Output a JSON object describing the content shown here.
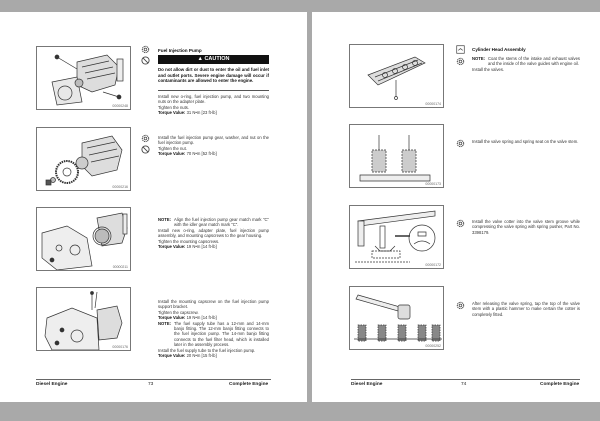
{
  "left_page": {
    "footer": {
      "left": "Diesel Engine",
      "page_number": "73",
      "right": "Complete Engine"
    },
    "sections": [
      {
        "figure_id": "00000248",
        "title": "Fuel Injection Pump",
        "caution_label": "CAUTION",
        "caution_text": "Do not allow dirt or dust to enter the oil and fuel inlet and outlet ports. Severe engine damage will occur if contaminants are allowed to enter the engine.",
        "body": "Install new o-ring, fuel injection pump, and two mounting nuts on the adapter plate.",
        "step": "Tighten the nuts.",
        "torque_label": "Torque Value:",
        "torque_value": "31 N•m    [23 ft-lb]"
      },
      {
        "figure_id": "00000216",
        "body": "Install the fuel injection pump gear, washer, and nut on the fuel injection pump.",
        "step": "Tighten the nut.",
        "torque_label": "Torque Value:",
        "torque_value": "70 N•m    [52 ft-lb]"
      },
      {
        "figure_id": "00000211",
        "note_label": "NOTE:",
        "note_text": "Align the fuel injection pump gear match mark \"C\" with the idler gear match mark \"C\".",
        "body": "Install new o-ring, adapter plate, fuel injection pump assembly, and mounting capscrews to the gear housing.",
        "step": "Tighten the mounting capscrews.",
        "torque_label": "Torque Value:",
        "torque_value": "19 N•m    [14 ft-lb]"
      },
      {
        "figure_id": "00000176",
        "body": "Install the mounting capscrew on the fuel injection pump support bracket.",
        "step": "Tighten the capscrew.",
        "torque_label": "Torque Value:",
        "torque_value": "19 N•m    [14 ft-lb]",
        "note_label": "NOTE:",
        "note_text": "The fuel supply tube has a 12-mm and 14-mm banjo fitting. The 12-mm banjo fitting connects to the fuel injection pump. The 14-mm banjo fitting connects to the fuel filter head, which is installed later in the assembly process.",
        "body2": "Install the fuel supply tube to the fuel injection pump.",
        "torque_label2": "Torque Value:",
        "torque_value2": "20 N•m    [15 ft-lb]"
      }
    ]
  },
  "right_page": {
    "footer": {
      "left": "Diesel Engine",
      "page_number": "74",
      "right": "Complete Engine"
    },
    "sections": [
      {
        "figure_id": "00000174",
        "title": "Cylinder Head Assembly",
        "note_label": "NOTE:",
        "note_text": "Coat the stems of the intake and exhaust valves and the inside of the valve guides with engine oil.",
        "body": "Install the valves."
      },
      {
        "figure_id": "00000173",
        "body": "Install the valve spring and spring seat on the valve stem."
      },
      {
        "figure_id": "00000172",
        "body": "Install the valve cotter into the valve stem groove while compressing the valve spring with spring pusher, Part No. 3398179."
      },
      {
        "figure_id": "00000252",
        "body": "After releasing the valve spring, tap the top of the valve stem with a plastic hammer to make certain the cotter is completely fitted."
      }
    ]
  },
  "icons": {
    "gear": "gear-icon",
    "no_entry": "prohibited-icon",
    "warning": "warning-triangle-icon",
    "wrench_box": "tool-icon"
  }
}
